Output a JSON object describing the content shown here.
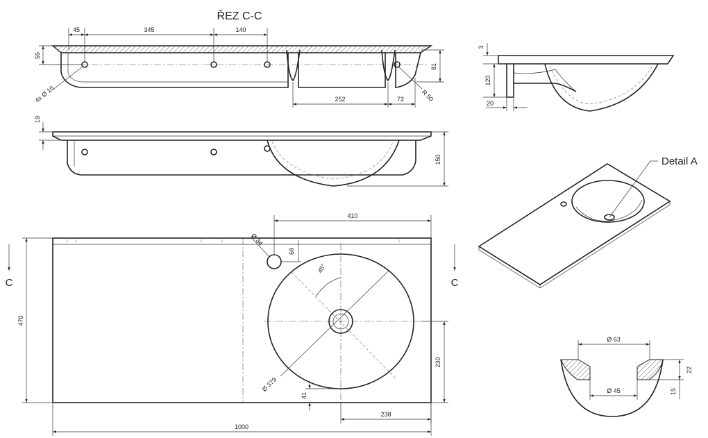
{
  "section_title": "ŘEZ C-C",
  "detail_label": "Detail A",
  "section_marker_left": "C",
  "section_marker_right": "C",
  "top_view": {
    "dims": {
      "d45": "45",
      "d345": "345",
      "d140": "140",
      "d55": "55",
      "d81": "81",
      "holes": "4x Ø 10",
      "d252": "252",
      "d72": "72",
      "r50": "R 50"
    }
  },
  "front_view": {
    "dims": {
      "d19": "19",
      "d150": "150"
    }
  },
  "plan_view": {
    "dims": {
      "d410": "410",
      "d34": "Ø 34",
      "d68": "68",
      "d45deg": "45°",
      "d470": "470",
      "d379": "Ø 379",
      "d230": "230",
      "d41": "41",
      "d238": "238",
      "d1000": "1000"
    }
  },
  "side_view": {
    "dims": {
      "d3": "3",
      "d120": "120",
      "d20": "20"
    }
  },
  "detail_view": {
    "dims": {
      "d63": "Ø 63",
      "d45": "Ø 45",
      "d22": "22",
      "d15": "15"
    }
  }
}
